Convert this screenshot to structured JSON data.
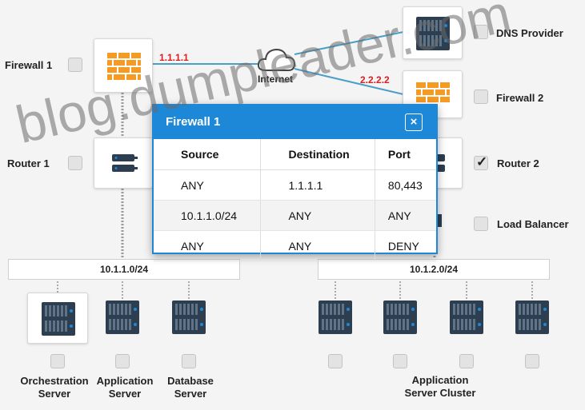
{
  "nodes": {
    "firewall1": {
      "label": "Firewall 1",
      "ip": "1.1.1.1"
    },
    "firewall2": {
      "label": "Firewall 2",
      "ip": "2.2.2.2"
    },
    "internet": {
      "label": "Internet"
    },
    "dns": {
      "label": "DNS Provider"
    },
    "router1": {
      "label": "Router 1"
    },
    "router2": {
      "label": "Router 2",
      "checked": true
    },
    "load_balancer": {
      "label": "Load Balancer"
    },
    "orchestration": {
      "label_line1": "Orchestration",
      "label_line2": "Server"
    },
    "application": {
      "label_line1": "Application",
      "label_line2": "Server"
    },
    "database": {
      "label_line1": "Database",
      "label_line2": "Server"
    },
    "cluster": {
      "label_line1": "Application",
      "label_line2": "Server Cluster"
    }
  },
  "subnets": [
    "10.1.1.0/24",
    "10.1.2.0/24"
  ],
  "modal": {
    "title": "Firewall 1",
    "close_icon": "×",
    "columns": [
      "Source",
      "Destination",
      "Port"
    ],
    "rows": [
      [
        "ANY",
        "1.1.1.1",
        "80,443"
      ],
      [
        "10.1.1.0/24",
        "ANY",
        "ANY"
      ],
      [
        "ANY",
        "ANY",
        "DENY"
      ]
    ]
  },
  "watermark": "blog.dumpleader.com",
  "colors": {
    "accent": "#1e88d8",
    "ip_label": "#d82020",
    "link": "#4a9fc8",
    "firewall": "#f59a23"
  }
}
